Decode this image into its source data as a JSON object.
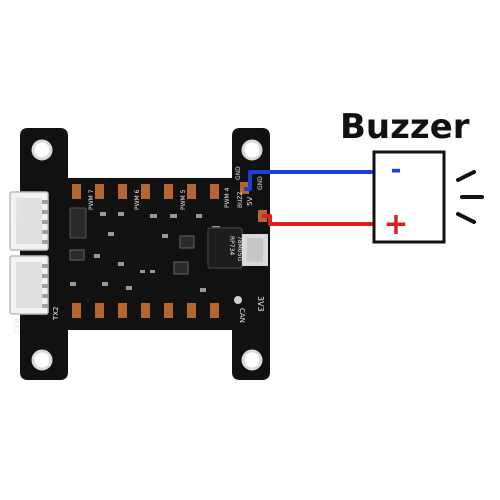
{
  "title": "Buzzer",
  "buzzer": {
    "minus": "-",
    "plus": "+"
  },
  "colors": {
    "board": "#111111",
    "pad": "#b5652e",
    "wire_negative": "#1f3fd6",
    "wire_positive": "#e01e1e"
  },
  "silkscreen": {
    "port1": "PORT1",
    "rx2": "RX2",
    "tx2": "TX2",
    "pwm7": "PWM 7",
    "pwm6": "PWM 6",
    "pwm5": "PWM 5",
    "pwm4": "PWM 4",
    "buzz": "BUZZ",
    "gnd_top": "GND",
    "gnd_mid": "GND",
    "v5": "5V",
    "chip_line1": "78M05G",
    "chip_line2": "RP734",
    "v33": "3V3",
    "can": "CAN"
  },
  "icons": [
    "sound-wave-icon"
  ]
}
